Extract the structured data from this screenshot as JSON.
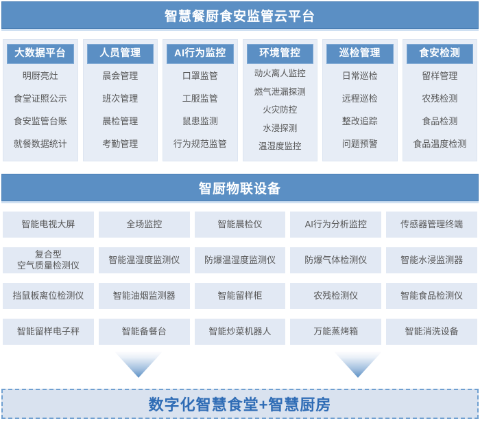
{
  "platform_section": {
    "title": "智慧餐厨食安监管云平台",
    "accent_color": "#5b8fc4",
    "panel_bg": "#e7edf6",
    "columns": [
      {
        "header": "大数据平台",
        "items": [
          "明厨亮灶",
          "食堂证照公示",
          "食安监管台账",
          "就餐数据统计"
        ]
      },
      {
        "header": "人员管理",
        "items": [
          "晨会管理",
          "班次管理",
          "晨检管理",
          "考勤管理"
        ]
      },
      {
        "header": "AI行为监控",
        "items": [
          "口罩监管",
          "工服监管",
          "鼠患监测",
          "行为规范监管"
        ]
      },
      {
        "header": "环境管控",
        "items": [
          "动火离人监控",
          "燃气泄漏探测",
          "火灾防控",
          "水浸探测",
          "温湿度监控"
        ]
      },
      {
        "header": "巡检管理",
        "items": [
          "日常巡检",
          "远程巡检",
          "整改追踪",
          "问题预警"
        ]
      },
      {
        "header": "食安检测",
        "items": [
          "留样管理",
          "农残检测",
          "食品检测",
          "食品温度检测"
        ]
      }
    ]
  },
  "device_section": {
    "title": "智厨物联设备",
    "cell_bg": "#e2e9f4",
    "cells": [
      "智能电视大屏",
      "全场监控",
      "智能晨检仪",
      "AI行为分析监控",
      "传感器管理终端",
      "复合型\n空气质量检测仪",
      "智能温湿度监测仪",
      "防爆温湿度监测仪",
      "防爆气体检测仪",
      "智能水浸监测器",
      "挡鼠板离位检测仪",
      "智能油烟监测器",
      "智能留样柜",
      "农残检测仪",
      "智能食品检测仪",
      "智能留样电子秤",
      "智能备餐台",
      "智能炒菜机器人",
      "万能蒸烤箱",
      "智能消洗设备"
    ]
  },
  "footer": {
    "text": "数字化智慧食堂+智慧厨房",
    "text_color": "#2f6cb5",
    "border_color": "#6f9fd0",
    "background_color": "#d9e2ef"
  },
  "arrows": {
    "left_label": "down-arrow",
    "right_label": "down-arrow"
  }
}
